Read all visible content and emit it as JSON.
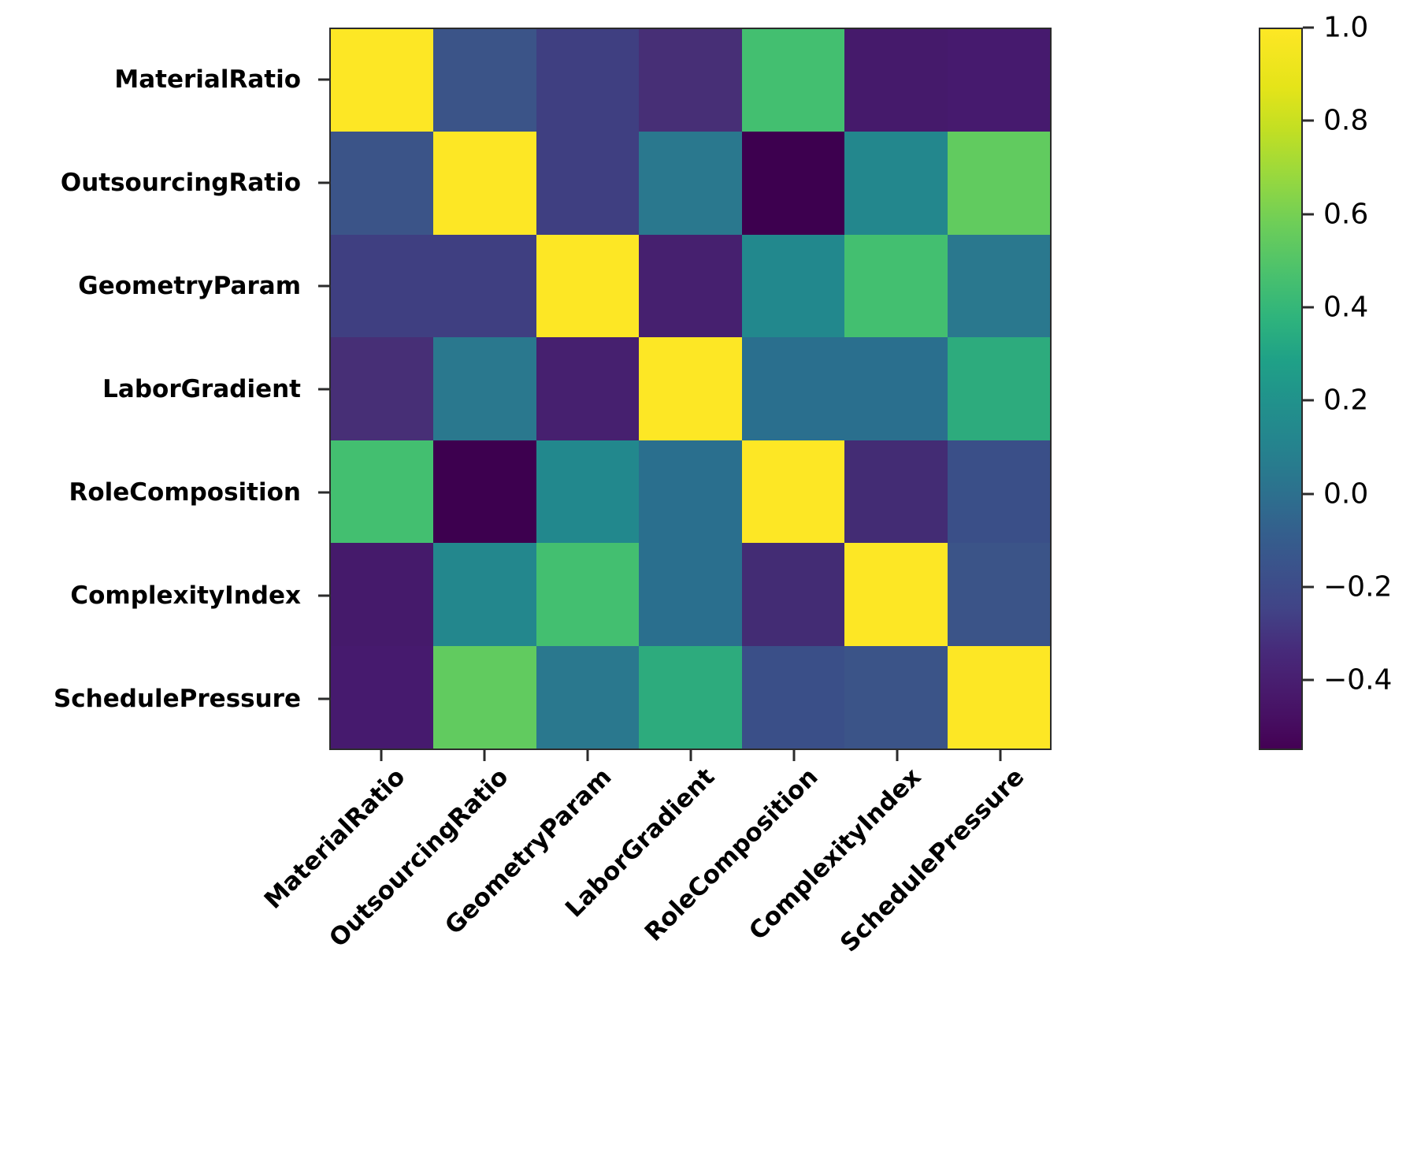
{
  "chart_data": {
    "type": "heatmap",
    "title": "",
    "xlabel": "",
    "ylabel": "",
    "colormap": "viridis",
    "grid": false,
    "legend_position": "right",
    "colorbar": {
      "ticks": [
        "1.0",
        "0.8",
        "0.6",
        "0.4",
        "0.2",
        "0.0",
        "−0.2",
        "−0.4"
      ],
      "tick_values": [
        1.0,
        0.8,
        0.6,
        0.4,
        0.2,
        0.0,
        -0.2,
        -0.4
      ],
      "vmin": -0.55,
      "vmax": 1.0
    },
    "categories": [
      "MaterialRatio",
      "OutsourcingRatio",
      "GeometryParam",
      "LaborGradient",
      "RoleComposition",
      "ComplexityIndex",
      "SchedulePressure"
    ],
    "x_tick_labels": [
      "MaterialRatio",
      "OutsourcingRatio",
      "GeometryParam",
      "LaborGradient",
      "RoleComposition",
      "ComplexityIndex",
      "SchedulePressure"
    ],
    "y_tick_labels": [
      "MaterialRatio",
      "OutsourcingRatio",
      "GeometryParam",
      "LaborGradient",
      "RoleComposition",
      "ComplexityIndex",
      "SchedulePressure"
    ],
    "matrix": [
      [
        1.0,
        -0.13,
        -0.28,
        -0.4,
        0.5,
        -0.47,
        -0.35
      ],
      [
        -0.13,
        1.0,
        -0.3,
        0.1,
        -0.55,
        0.15,
        0.7
      ],
      [
        -0.28,
        -0.3,
        1.0,
        -0.42,
        0.18,
        0.5,
        0.08
      ],
      [
        -0.4,
        0.1,
        -0.42,
        1.0,
        0.1,
        0.1,
        0.33
      ],
      [
        0.5,
        -0.55,
        0.18,
        0.1,
        1.0,
        -0.36,
        -0.2
      ],
      [
        -0.47,
        0.15,
        0.5,
        0.1,
        -0.36,
        1.0,
        -0.15
      ],
      [
        -0.35,
        0.7,
        0.08,
        0.33,
        -0.2,
        -0.15,
        1.0
      ]
    ],
    "cell_colors": [
      [
        "#fde725",
        "#3b5488",
        "#3f3f81",
        "#472f76",
        "#43bf70",
        "#451a6b",
        "#461a6e"
      ],
      [
        "#3b5488",
        "#fde725",
        "#3f3f81",
        "#2a788e",
        "#3d004f",
        "#23878d",
        "#61cb5f"
      ],
      [
        "#3f3f81",
        "#3f3f81",
        "#fde725",
        "#46206f",
        "#22888d",
        "#43bf70",
        "#2a788e"
      ],
      [
        "#472f76",
        "#2a788e",
        "#46206f",
        "#fde725",
        "#2a6f8e",
        "#2a6f8e",
        "#2dab7d"
      ],
      [
        "#43bf70",
        "#3d004f",
        "#22888d",
        "#2a6f8e",
        "#fde725",
        "#432c74",
        "#3a4f88"
      ],
      [
        "#451a6b",
        "#23878d",
        "#43bf70",
        "#2a6f8e",
        "#432c74",
        "#fde725",
        "#3b5488"
      ],
      [
        "#461a6e",
        "#61cb5f",
        "#2a788e",
        "#2dab7d",
        "#3a4f88",
        "#3b5488",
        "#fde725"
      ]
    ]
  },
  "figure": {
    "background": "#ffffff",
    "axis_color": "#2b2b2b",
    "text_color": "#000000"
  }
}
